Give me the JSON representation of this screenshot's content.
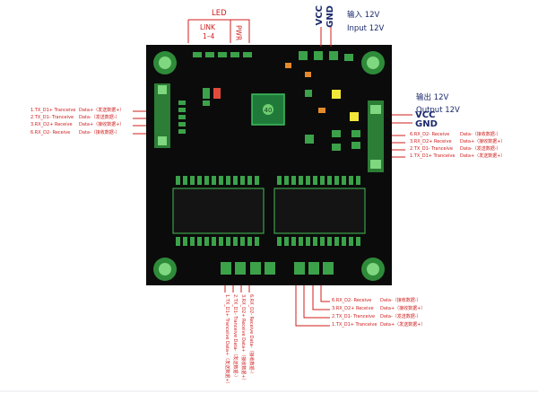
{
  "colors": {
    "board": "#0a0a0a",
    "pad": "#3a9a3a",
    "pad_light": "#6fcf6f",
    "label_red": "#d01c1c",
    "label_navy": "#1a2a6c",
    "chip": "#1f7a3a",
    "orange": "#e58a2b",
    "yellow": "#f3e63b"
  },
  "top": {
    "led": "LED",
    "link": "LINK",
    "link_range": "1–4",
    "pwr": "PWR",
    "vcc": "VCC",
    "gnd": "GND",
    "input_cn": "输入 12V",
    "input_en": "Input 12V"
  },
  "right": {
    "output_cn": "输出 12V",
    "output_en": "Output 12V",
    "vcc": "VCC",
    "gnd": "GND",
    "pins": [
      {
        "name": "6.RX_D2- Receive",
        "data": "Data-（接收数据-）"
      },
      {
        "name": "3.RX_D2+ Receive",
        "data": "Data+（接收数据+）"
      },
      {
        "name": "2.TX_D1- Tranceive",
        "data": "Data-（发送数据-）"
      },
      {
        "name": "1.TX_D1+ Tranceive",
        "data": "Data+（发送数据+）"
      }
    ]
  },
  "left": {
    "pins": [
      {
        "name": "1.TX_D1+ Tranceive",
        "data": "Data+（发送数据+）"
      },
      {
        "name": "2.TX_D1- Tranceive",
        "data": "Data-（发送数据-）"
      },
      {
        "name": "3.RX_D2+ Receive",
        "data": "Data+（接收数据+）"
      },
      {
        "name": "6.RX_D2- Receive",
        "data": "Data-（接收数据-）"
      }
    ]
  },
  "bottom_right": {
    "pins": [
      {
        "name": "6.RX_D2- Receive",
        "data": "Data-（接收数据-）"
      },
      {
        "name": "3.RX_D2+ Receive",
        "data": "Data+（接收数据+）"
      },
      {
        "name": "2.TX_D1- Tranceive",
        "data": "Data-（发送数据-）"
      },
      {
        "name": "1.TX_D1+ Tranceive",
        "data": "Data+（发送数据+）"
      }
    ]
  },
  "bottom_left": {
    "pins": [
      {
        "text": "6.RX_D2- Receive Data-（接收数据-）"
      },
      {
        "text": "3.RX_D2+ Receive Data+（接收数据+）"
      },
      {
        "text": "2.TX_D1- Tranceive Data-（发送数据-）"
      },
      {
        "text": "1.TX_D1+ Tranceive Data+（发送数据+）"
      }
    ]
  }
}
